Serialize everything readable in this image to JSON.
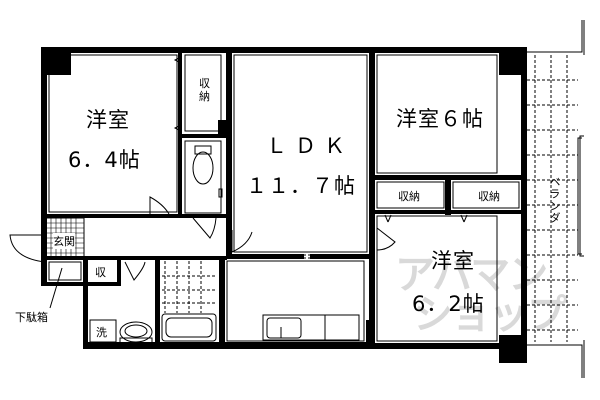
{
  "rooms": {
    "western_room_1": {
      "type": "洋室",
      "size": "6．4帖"
    },
    "ldk": {
      "type": "ＬＤＫ",
      "size": "１１．７帖"
    },
    "western_room_2": {
      "type": "洋室６帖"
    },
    "western_room_3": {
      "type": "洋室",
      "size": "6．2帖"
    }
  },
  "storage": {
    "closet_top": "収納",
    "closet_mid_left": "収納",
    "closet_mid_right": "収納",
    "small_storage": "収"
  },
  "fixtures": {
    "entrance": "玄関",
    "shoe_box": "下駄箱",
    "washer": "洗",
    "balcony": "ベランダ"
  },
  "watermark": {
    "line1": "アパマン",
    "line2": "ショップ"
  },
  "colors": {
    "wall": "#000000",
    "background": "#ffffff",
    "watermark": "#d9d9d9"
  }
}
